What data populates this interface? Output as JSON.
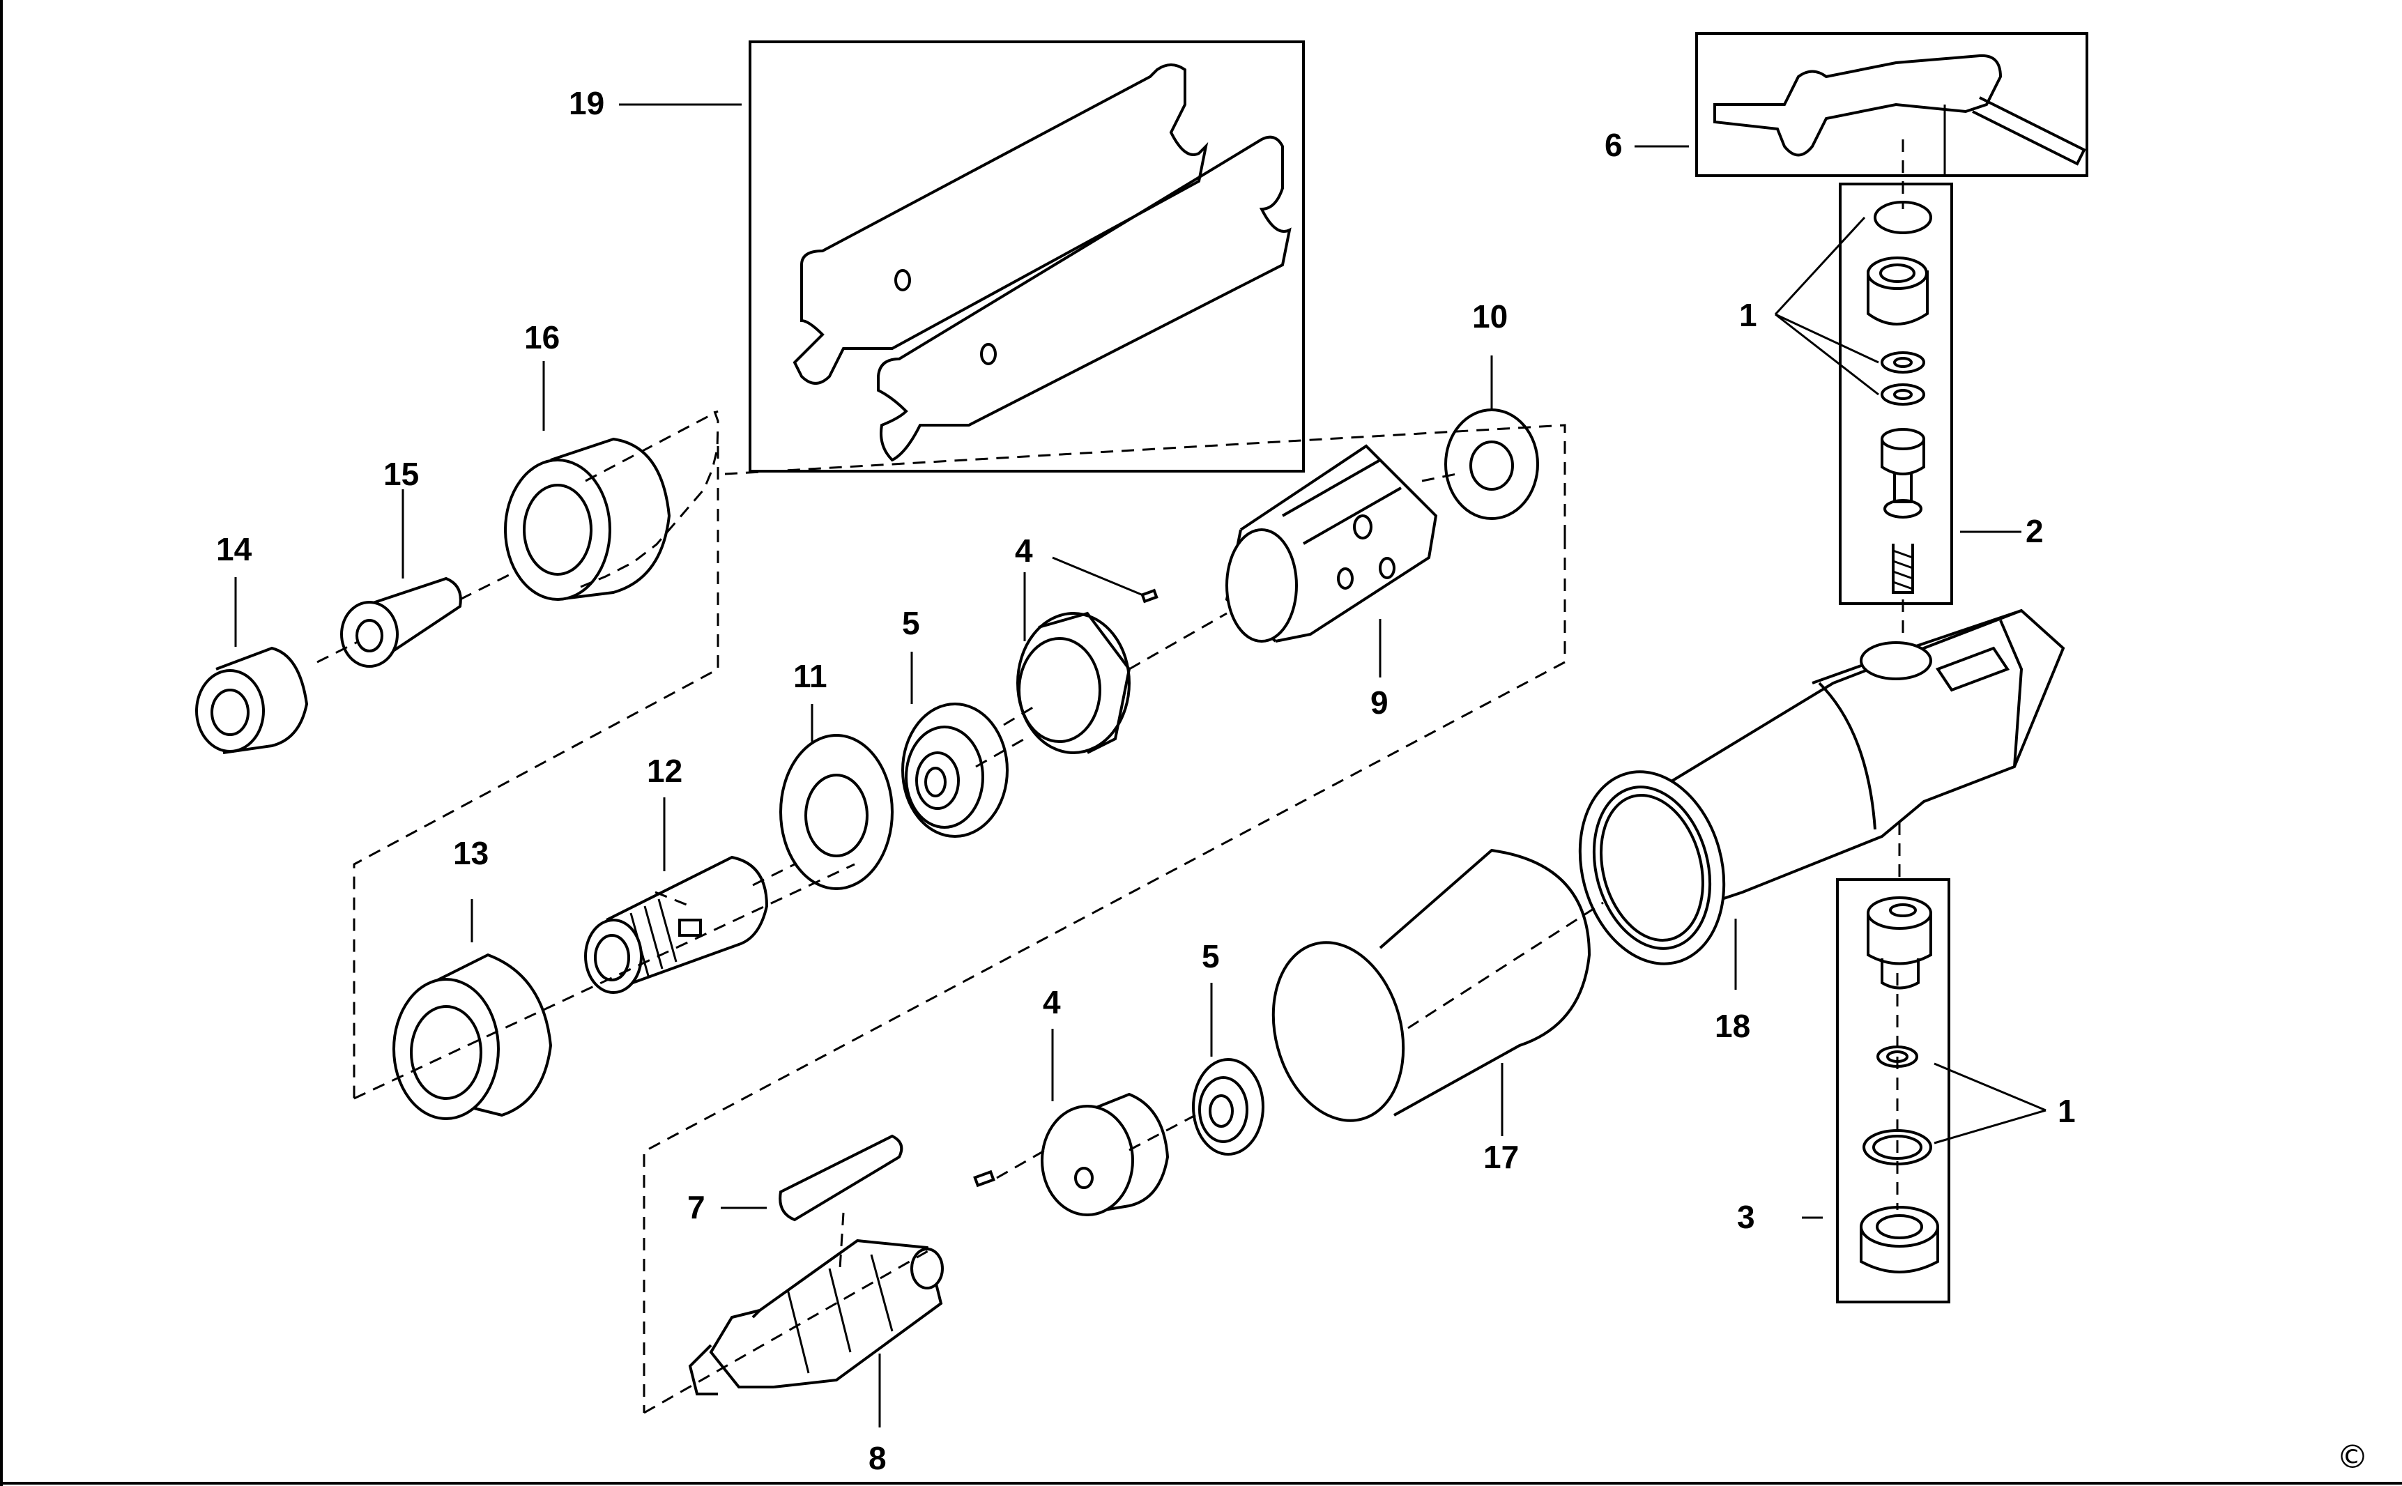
{
  "labels": {
    "l1a": "1",
    "l1b": "1",
    "l2": "2",
    "l3": "3",
    "l4a": "4",
    "l4b": "4",
    "l5a": "5",
    "l5b": "5",
    "l6": "6",
    "l7": "7",
    "l8": "8",
    "l9": "9",
    "l10": "10",
    "l11": "11",
    "l12": "12",
    "l13": "13",
    "l14": "14",
    "l15": "15",
    "l16": "16",
    "l17": "17",
    "l18": "18",
    "l19": "19"
  },
  "copyright_symbol": "©"
}
